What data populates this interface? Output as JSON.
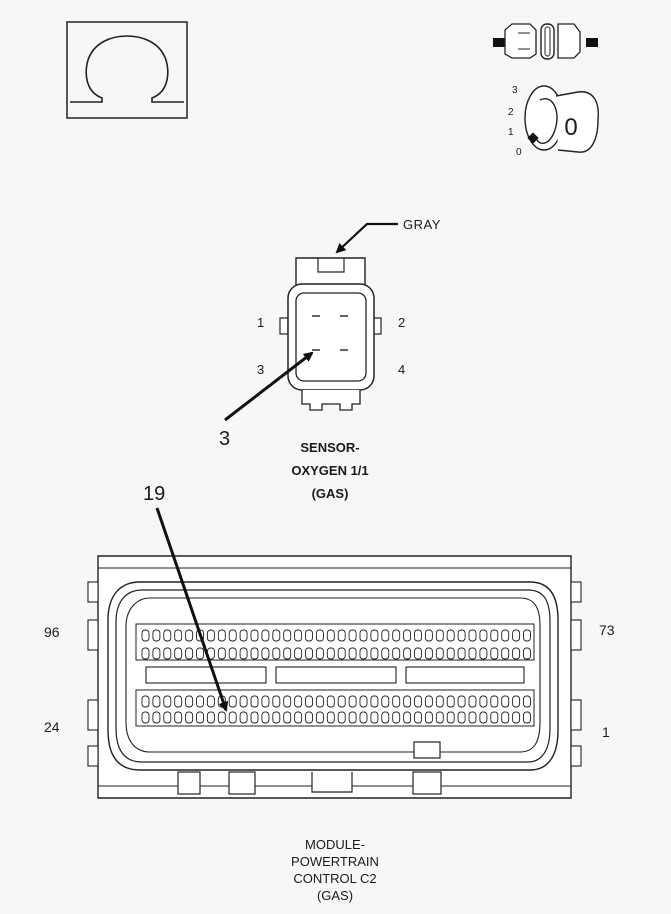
{
  "ohm_symbol": {
    "glyph": "Ω",
    "icon": "ohm-icon"
  },
  "ignition_switch": {
    "positions": [
      "3",
      "2",
      "1",
      "0"
    ],
    "key_label": "0",
    "icon": "ignition-key-icon",
    "fuse_icon": "fuse-icon"
  },
  "sensor_connector": {
    "wire_color_label": "GRAY",
    "pins": {
      "p1": "1",
      "p2": "2",
      "p3": "3",
      "p4": "4"
    },
    "callout_pin": "3",
    "caption": {
      "line1": "SENSOR-",
      "line2": "OXYGEN 1/1",
      "line3": "(GAS)"
    }
  },
  "pcm_connector": {
    "callout_pin": "19",
    "corner_pins": {
      "top_left": "96",
      "top_right": "73",
      "bottom_left": "24",
      "bottom_right": "1"
    },
    "caption": {
      "line1": "MODULE-",
      "line2": "POWERTRAIN",
      "line3": "CONTROL C2",
      "line4": "(GAS)"
    }
  }
}
